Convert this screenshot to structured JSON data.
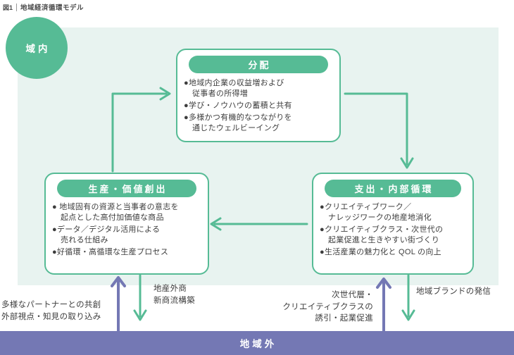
{
  "colors": {
    "green": "#56BB95",
    "green_tint": "#E8F3F0",
    "purple": "#7478B4",
    "text": "#3D3D3D",
    "white": "#FFFFFF"
  },
  "header": {
    "figure_label": "図1",
    "figure_title": "地域経済循環モデル"
  },
  "inner_region": {
    "label": "域内"
  },
  "outer_region": {
    "label": "地域外"
  },
  "boxes": [
    {
      "id": "distribution",
      "title": "分配",
      "lines": [
        "●地域内企業の収益増および",
        "従事者の所得増",
        "●学び・ノウハウの蓄積と共有",
        "●多様かつ有機的なつながりを",
        "通じたウェルビーイング"
      ]
    },
    {
      "id": "production",
      "title": "生産・価値創出",
      "lines": [
        "● 地域固有の資源と当事者の意志を",
        "起点とした高付加価値な商品",
        "●データ／デジタル活用による",
        "売れる仕組み",
        "●好循環・高循環な生産プロセス"
      ]
    },
    {
      "id": "expenditure",
      "title": "支出・内部循環",
      "lines": [
        "●クリエイティブワーク／",
        "ナレッジワークの地産地消化",
        "●クリエイティブクラス・次世代の",
        "起業促進と生きやすい街づくり",
        "●生活産業の魅力化と QOL の向上"
      ]
    }
  ],
  "flow_labels": {
    "export_left_line1": "地産外商",
    "export_left_line2": "新商流構築",
    "export_right": "地域ブランドの発信",
    "import_left_line1": "多様なパートナーとの共創",
    "import_left_line2": "外部視点・知見の取り込み",
    "import_right_line1": "次世代層・",
    "import_right_line2": "クリエイティブクラスの",
    "import_right_line3": "誘引・起業促進"
  },
  "arrows": [
    {
      "from": "生産・価値創出",
      "to": "分配",
      "color": "green"
    },
    {
      "from": "分配",
      "to": "支出・内部循環",
      "color": "green"
    },
    {
      "from": "支出・内部循環",
      "to": "生産・価値創出",
      "color": "green"
    },
    {
      "from": "生産・価値創出",
      "to": "地域外",
      "color": "green",
      "label": "地産外商 新商流構築"
    },
    {
      "from": "支出・内部循環",
      "to": "地域外",
      "color": "green",
      "label": "地域ブランドの発信"
    },
    {
      "from": "地域外",
      "to": "生産・価値創出",
      "color": "purple",
      "label": "多様なパートナーとの共創 外部視点・知見の取り込み"
    },
    {
      "from": "地域外",
      "to": "支出・内部循環",
      "color": "purple",
      "label": "次世代層・クリエイティブクラスの誘引・起業促進"
    }
  ]
}
